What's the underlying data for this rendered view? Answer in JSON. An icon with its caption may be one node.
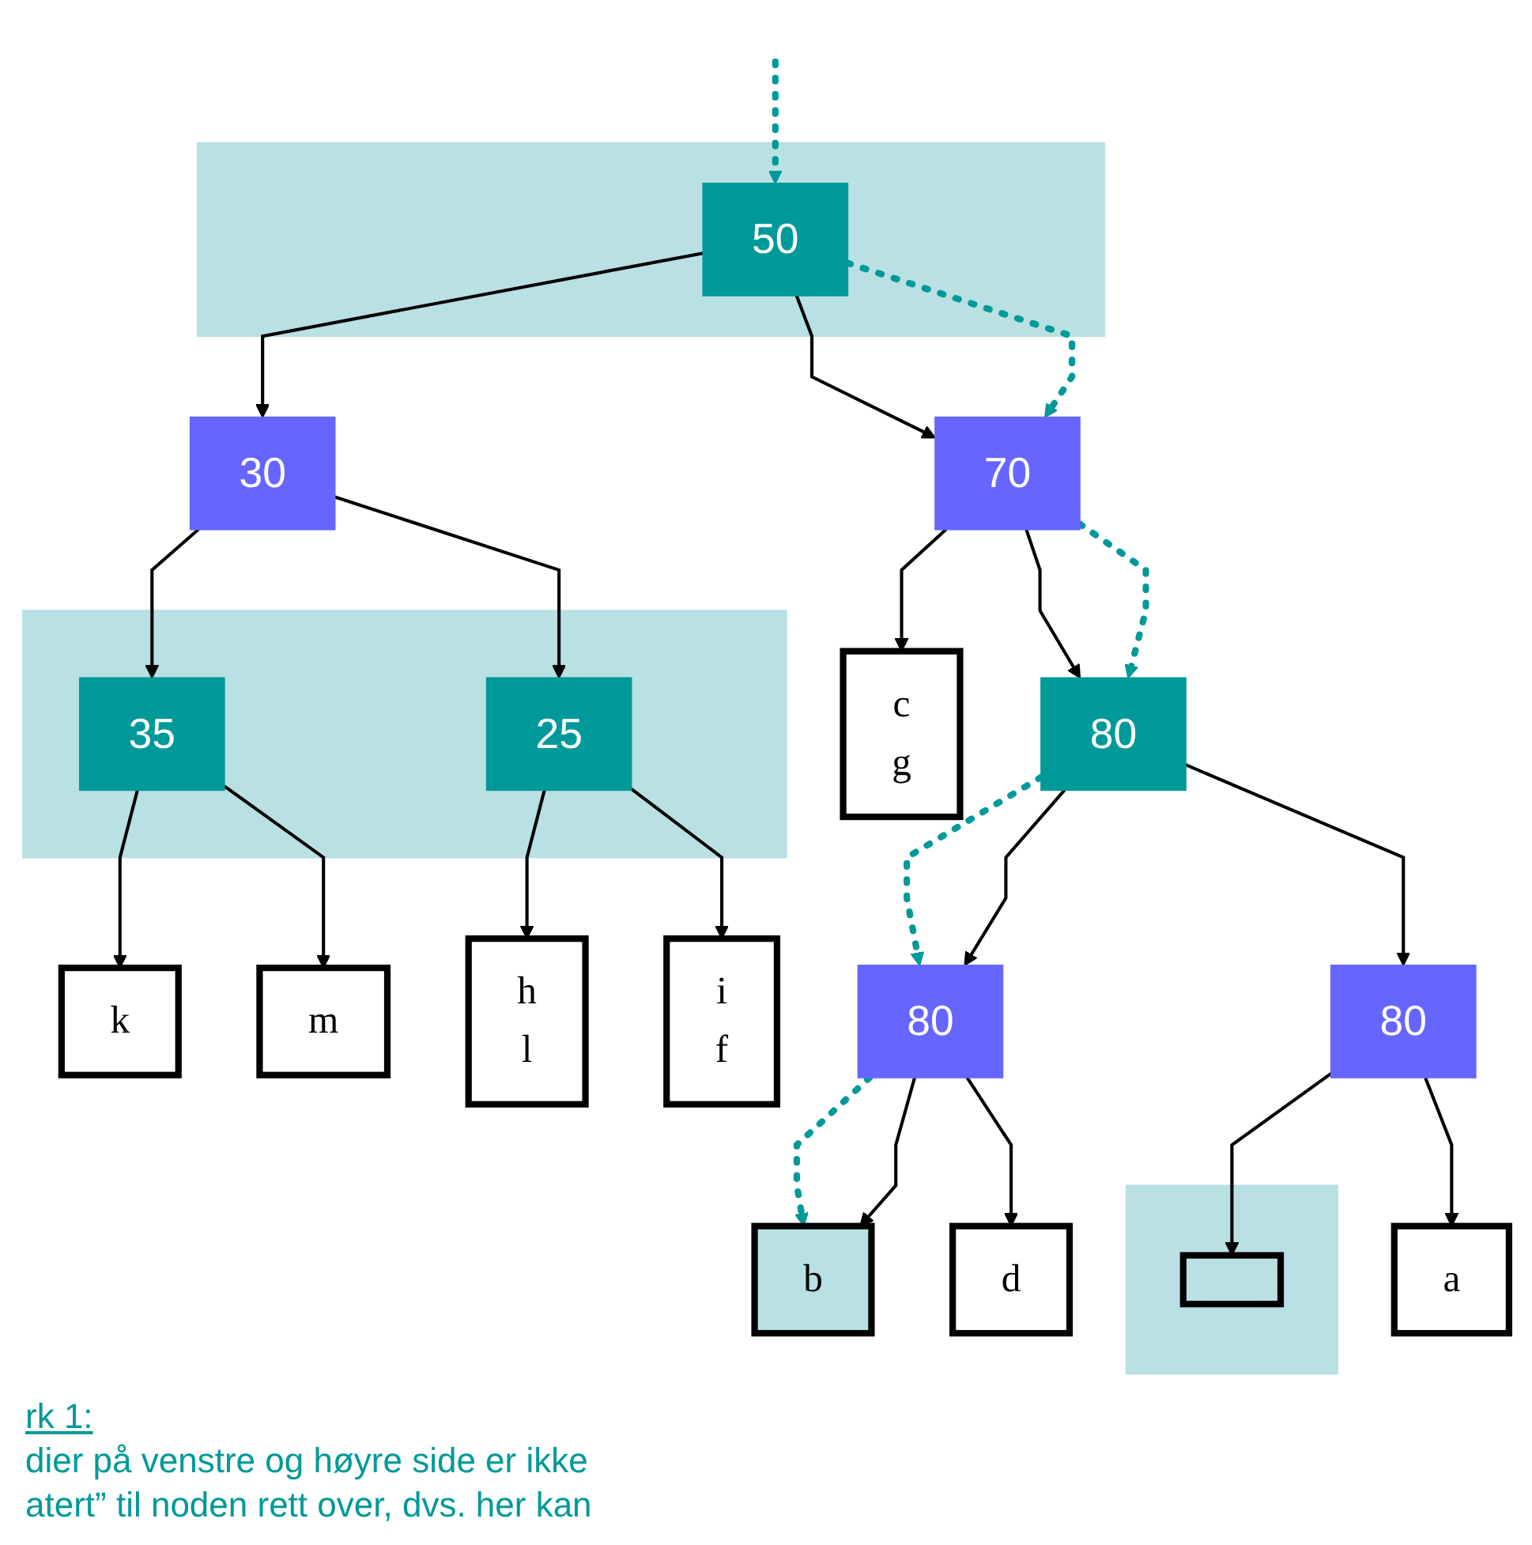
{
  "diagram": {
    "nodes": [
      {
        "text": [],
        "shape": "box"
      },
      {
        "text": [
          "50"
        ],
        "in": 0
      },
      {
        "text": [
          "30"
        ]
      },
      {
        "text": [
          "70"
        ]
      },
      {
        "text": [],
        "shape": "box"
      },
      {
        "text": [
          "35"
        ],
        "in": 4
      },
      {
        "text": [
          "25"
        ],
        "in": 4
      },
      {
        "text": [
          "c",
          "g"
        ]
      },
      {
        "text": [
          "80"
        ]
      },
      {
        "text": [
          "k"
        ]
      },
      {
        "text": [
          "m"
        ]
      },
      {
        "text": [
          "h",
          "l"
        ]
      },
      {
        "text": [
          "i",
          "f"
        ]
      },
      {
        "text": [
          "80"
        ]
      },
      {
        "text": [
          "80"
        ]
      },
      {
        "text": [
          "b"
        ]
      },
      {
        "text": [],
        "shape": "box"
      },
      {
        "text": [],
        "shape": "box",
        "in": 16
      },
      {
        "text": [
          "d"
        ]
      },
      {
        "text": [
          "a"
        ]
      }
    ],
    "edges": [
      {
        "from": null,
        "to": 1,
        "arrow": "to",
        "style": "dashed",
        "color": "#009999"
      },
      {
        "from": 1,
        "to": 2,
        "arrow": "to"
      },
      {
        "from": 1,
        "to": 3,
        "arrow": "to"
      },
      {
        "from": 1,
        "to": 3,
        "arrow": "to",
        "style": "dashed",
        "color": "#009999"
      },
      {
        "from": 2,
        "to": 5,
        "arrow": "to"
      },
      {
        "from": 2,
        "to": 6,
        "arrow": "to"
      },
      {
        "from": 3,
        "to": 7,
        "arrow": "to"
      },
      {
        "from": 3,
        "to": 8,
        "arrow": "to"
      },
      {
        "from": 3,
        "to": 8,
        "arrow": "to",
        "style": "dashed",
        "color": "#009999"
      },
      {
        "from": 5,
        "to": 9,
        "arrow": "to"
      },
      {
        "from": 5,
        "to": 10,
        "arrow": "to"
      },
      {
        "from": 6,
        "to": 11,
        "arrow": "to"
      },
      {
        "from": 6,
        "to": 12,
        "arrow": "to"
      },
      {
        "from": 8,
        "to": 13,
        "arrow": "to",
        "style": "dashed",
        "color": "#009999"
      },
      {
        "from": 8,
        "to": 13,
        "arrow": "to"
      },
      {
        "from": 8,
        "to": 14,
        "arrow": "to"
      },
      {
        "from": 13,
        "to": 15,
        "arrow": "to",
        "style": "dashed",
        "color": "#009999"
      },
      {
        "from": 13,
        "to": 15,
        "arrow": "to"
      },
      {
        "from": 13,
        "to": 18,
        "arrow": "to"
      },
      {
        "from": 14,
        "to": 17,
        "arrow": "to"
      },
      {
        "from": 14,
        "to": 19,
        "arrow": "to"
      }
    ],
    "labels": [
      "rk 1:",
      "dier på venstre og høyre side er ikke",
      "atert” til noden rett over, dvs. her kan"
    ]
  }
}
